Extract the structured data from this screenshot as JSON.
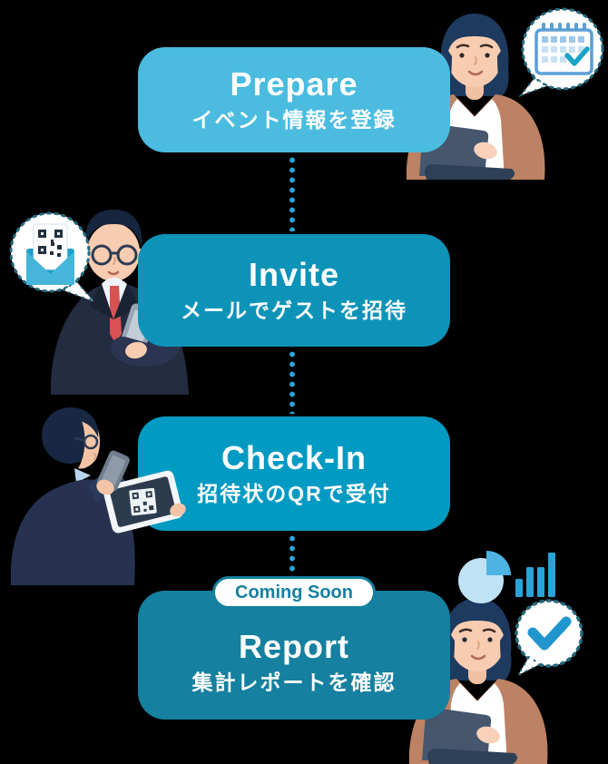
{
  "flow": {
    "steps": [
      {
        "id": "prepare",
        "title": "Prepare",
        "subtitle": "イベント情報を登録",
        "badge": "",
        "color": "#4bbce0"
      },
      {
        "id": "invite",
        "title": "Invite",
        "subtitle": "メールでゲストを招待",
        "badge": "",
        "color": "#0e93b8"
      },
      {
        "id": "checkin",
        "title": "Check-In",
        "subtitle": "招待状のQRで受付",
        "badge": "",
        "color": "#019ac3"
      },
      {
        "id": "report",
        "title": "Report",
        "subtitle": "集計レポートを確認",
        "badge": "Coming Soon",
        "color": "#15809f"
      }
    ]
  },
  "icons": {
    "step1_bubble": "calendar-check-icon",
    "step2_bubble": "email-invitation-qr-icon",
    "step3_device": "qr-code-tablet-icon",
    "step4_pie": "pie-chart-icon",
    "step4_bars": "bar-chart-icon",
    "step4_bubble": "check-mark-icon"
  },
  "illustrations": {
    "step1": "woman-registering-event-on-laptop",
    "step2": "man-in-suit-sending-invitations-from-phone",
    "step3": "staff-scanning-qr-invitation-with-tablet",
    "step4": "woman-reviewing-report-charts-on-laptop"
  },
  "colors": {
    "background": "#000000",
    "step_text": "#ffffff",
    "connector_dot": "#2aa6da",
    "badge_background": "#ffffff",
    "badge_text": "#15809f",
    "bubble_border": "#24697e",
    "chart_blue": "#2aa4d8",
    "skin": "#f8ccb0",
    "hair_navy": "#1e3a5f",
    "cardigan": "#bd8263",
    "suit_navy": "#232c40",
    "laptop_slate": "#45566d"
  }
}
